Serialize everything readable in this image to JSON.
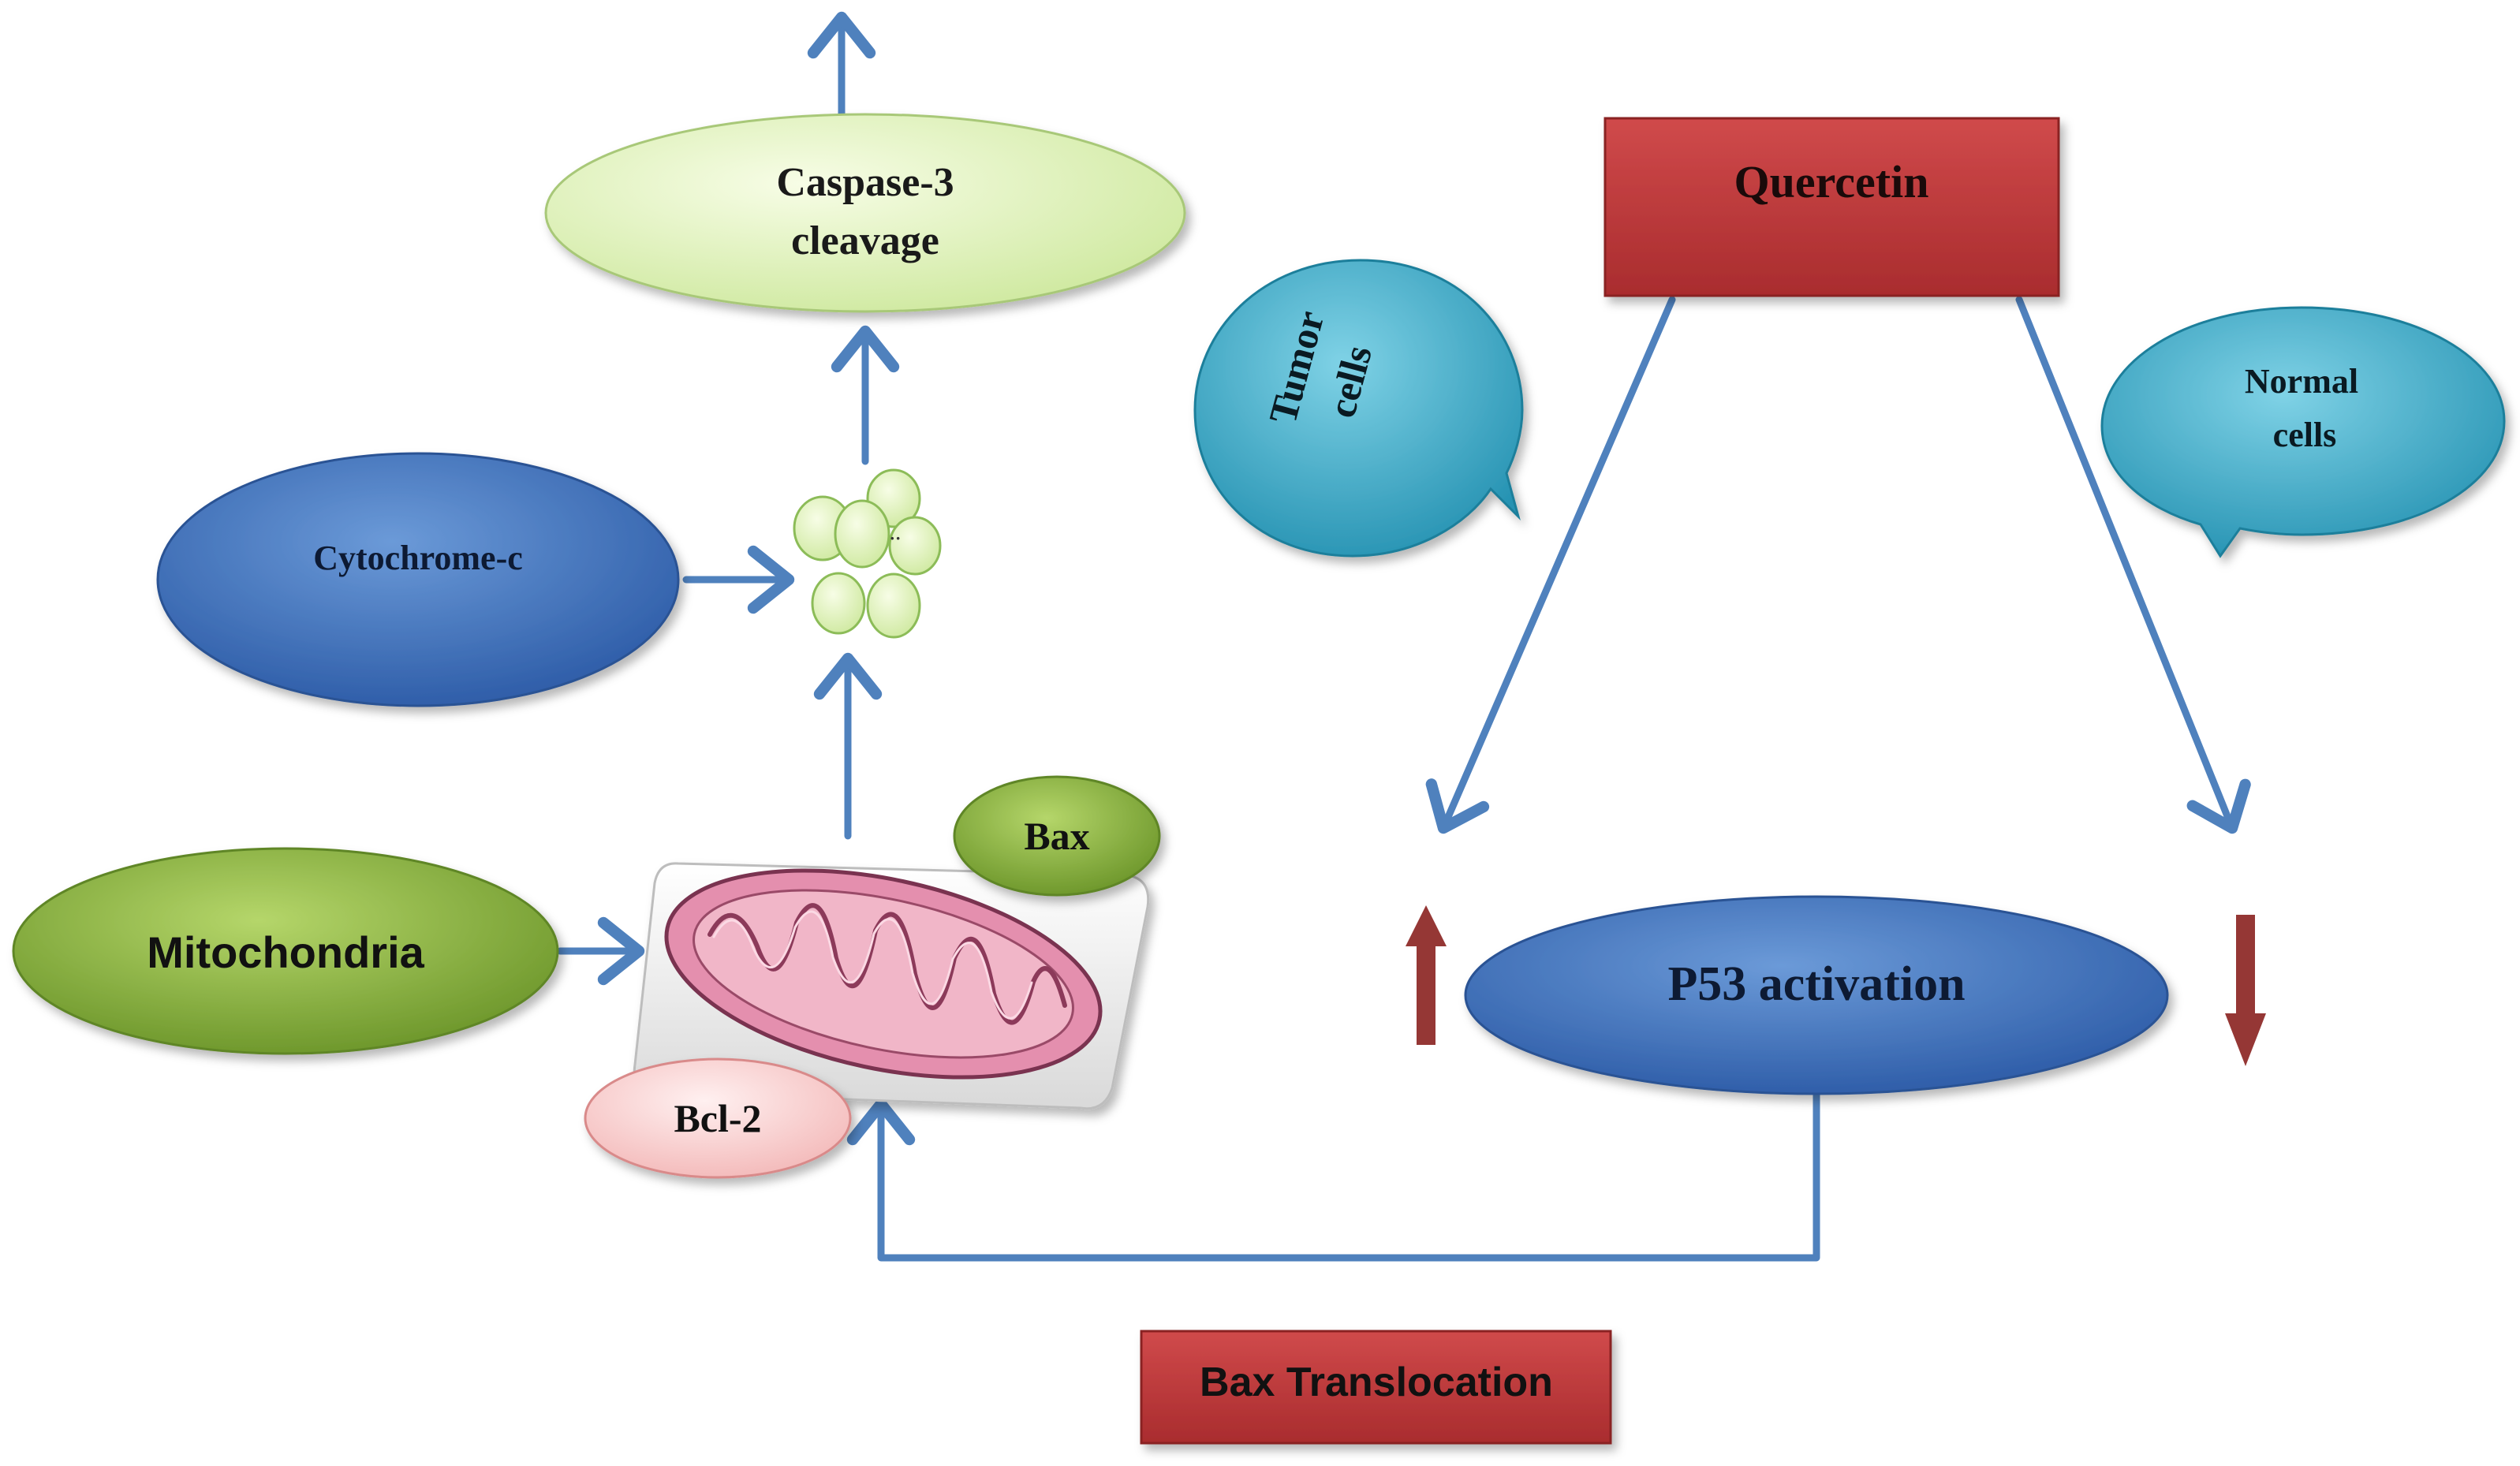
{
  "nodes": {
    "caspase_line1": "Caspase-3",
    "caspase_line2": "cleavage",
    "cytochrome": "Cytochrome-c",
    "mitochondria": "Mitochondria",
    "bax": "Bax",
    "bcl2": "Bcl-2",
    "quercetin": "Quercetin",
    "p53": "P53 activation",
    "bax_translocation": "Bax Translocation",
    "tumor_line1": "Tumor",
    "tumor_line2": "cells",
    "normal_line1": "Normal",
    "normal_line2": "cells",
    "vesicle_mark": "··"
  },
  "colors": {
    "arrow_blue": "#4f81bd",
    "arrow_red": "#953735",
    "light_green": "#d9f0b0",
    "olive_green": "#7fa632",
    "blue_node": "#3a6ebd",
    "teal": "#31a7c4",
    "red_box": "#c0383a",
    "pink": "#f7c6c6",
    "mito_pink": "#e08aa8"
  }
}
